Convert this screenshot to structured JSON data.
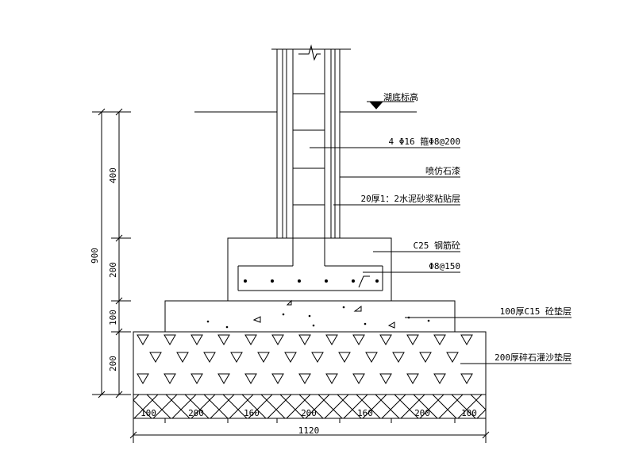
{
  "labels": {
    "water_level": "湖底标高",
    "rebar_column": "4 Φ16 箍Φ8@200",
    "stone_finish": "喷仿石漆",
    "mortar_layer": "20厚1：2水泥砂浆粘贴层",
    "concrete": "C25 钢筋砼",
    "rebar_base": "Φ8@150",
    "cushion": "100厚C15 砼垫层",
    "gravel": "200厚碎石灌沙垫层"
  },
  "dimensions": {
    "vertical_total": "900",
    "vertical_segments": [
      "400",
      "200",
      "100",
      "200"
    ],
    "horizontal_segments": [
      "100",
      "200",
      "160",
      "200",
      "160",
      "200",
      "100"
    ],
    "horizontal_total": "1120"
  }
}
